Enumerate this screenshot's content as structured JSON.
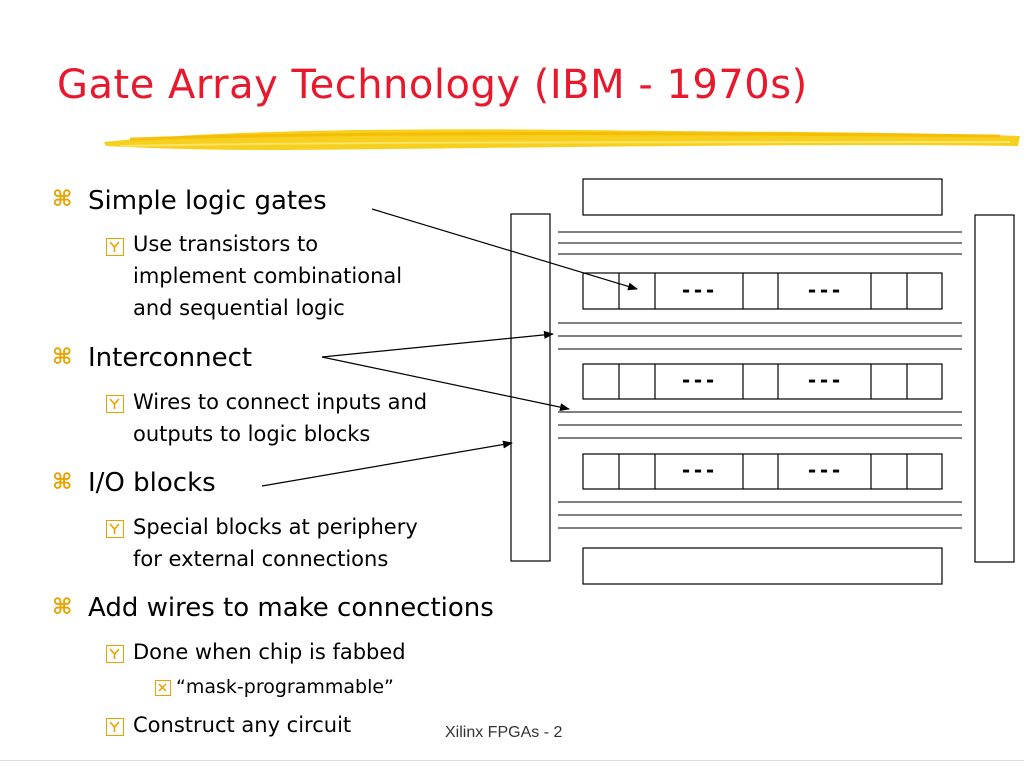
{
  "slide": {
    "title": "Gate Array Technology (IBM - 1970s)",
    "footer": "Xilinx FPGAs - 2"
  },
  "bullets": {
    "simple_logic": "Simple logic gates",
    "simple_logic_sub1": "Use transistors to",
    "simple_logic_sub2": "implement combinational",
    "simple_logic_sub3": "and sequential logic",
    "interconnect": "Interconnect",
    "interconnect_sub1": "Wires to connect inputs and",
    "interconnect_sub2": "outputs to logic blocks",
    "io_blocks": "I/O blocks",
    "io_sub1": "Special blocks at periphery",
    "io_sub2": "for external connections",
    "add_wires": "Add wires to make connections",
    "add_wires_sub1": "Done when chip is fabbed",
    "add_wires_sub1_sub": "“mask-programmable”",
    "add_wires_sub2": "Construct any circuit"
  },
  "diagram": {
    "ellipsis": "---"
  },
  "colors": {
    "title": "#e8192c",
    "bullet": "#e8a300",
    "highlight": "#f5c400"
  },
  "icons": {
    "level1": "z-bullet-icon",
    "level2": "checkbox-y-bullet-icon",
    "level3": "checkbox-x-bullet-icon"
  }
}
